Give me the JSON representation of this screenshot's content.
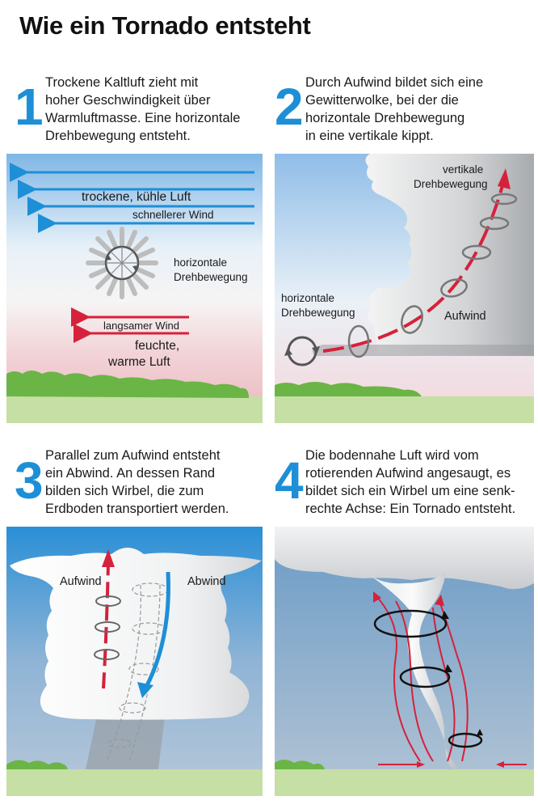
{
  "title": "Wie ein Tornado entsteht",
  "colors": {
    "accent_blue": "#1d8fd6",
    "cold_air_arrow": "#1d8fd6",
    "warm_air_arrow": "#d6213a",
    "grass": "#6ab545",
    "ground": "#c6dfa4",
    "sky_top": "#7fb6e6",
    "warm_pink": "#e8b7bd"
  },
  "steps": [
    {
      "number": "1",
      "lines": [
        "Trockene Kaltluft zieht mit",
        "hoher Geschwindigkeit über",
        "Warmluftmasse. Eine horizontale",
        "Drehbewegung entsteht."
      ],
      "labels": {
        "dry_cool_air": "trockene, kühle Luft",
        "faster_wind": "schnellerer Wind",
        "rotation_1": "horizontale",
        "rotation_2": "Drehbewegung",
        "slower_wind": "langsamer Wind",
        "humid_1": "feuchte,",
        "humid_2": "warme Luft"
      }
    },
    {
      "number": "2",
      "lines": [
        "Durch Aufwind bildet sich eine",
        "Gewitterwolke, bei der die",
        "horizontale Drehbewegung",
        "in eine vertikale kippt."
      ],
      "labels": {
        "vertical_1": "vertikale",
        "vertical_2": "Drehbewegung",
        "horizontal_1": "horizontale",
        "horizontal_2": "Drehbewegung",
        "updraft": "Aufwind"
      }
    },
    {
      "number": "3",
      "lines": [
        "Parallel zum Aufwind entsteht",
        "ein Abwind. An dessen Rand",
        "bilden sich Wirbel, die zum",
        "Erdboden transportiert werden."
      ],
      "labels": {
        "updraft": "Aufwind",
        "downdraft": "Abwind"
      }
    },
    {
      "number": "4",
      "lines": [
        "Die bodennahe Luft wird vom",
        "rotierenden Aufwind angesaugt, es",
        "bildet sich ein Wirbel um eine senk-",
        "rechte Achse: Ein Tornado entsteht."
      ]
    }
  ]
}
